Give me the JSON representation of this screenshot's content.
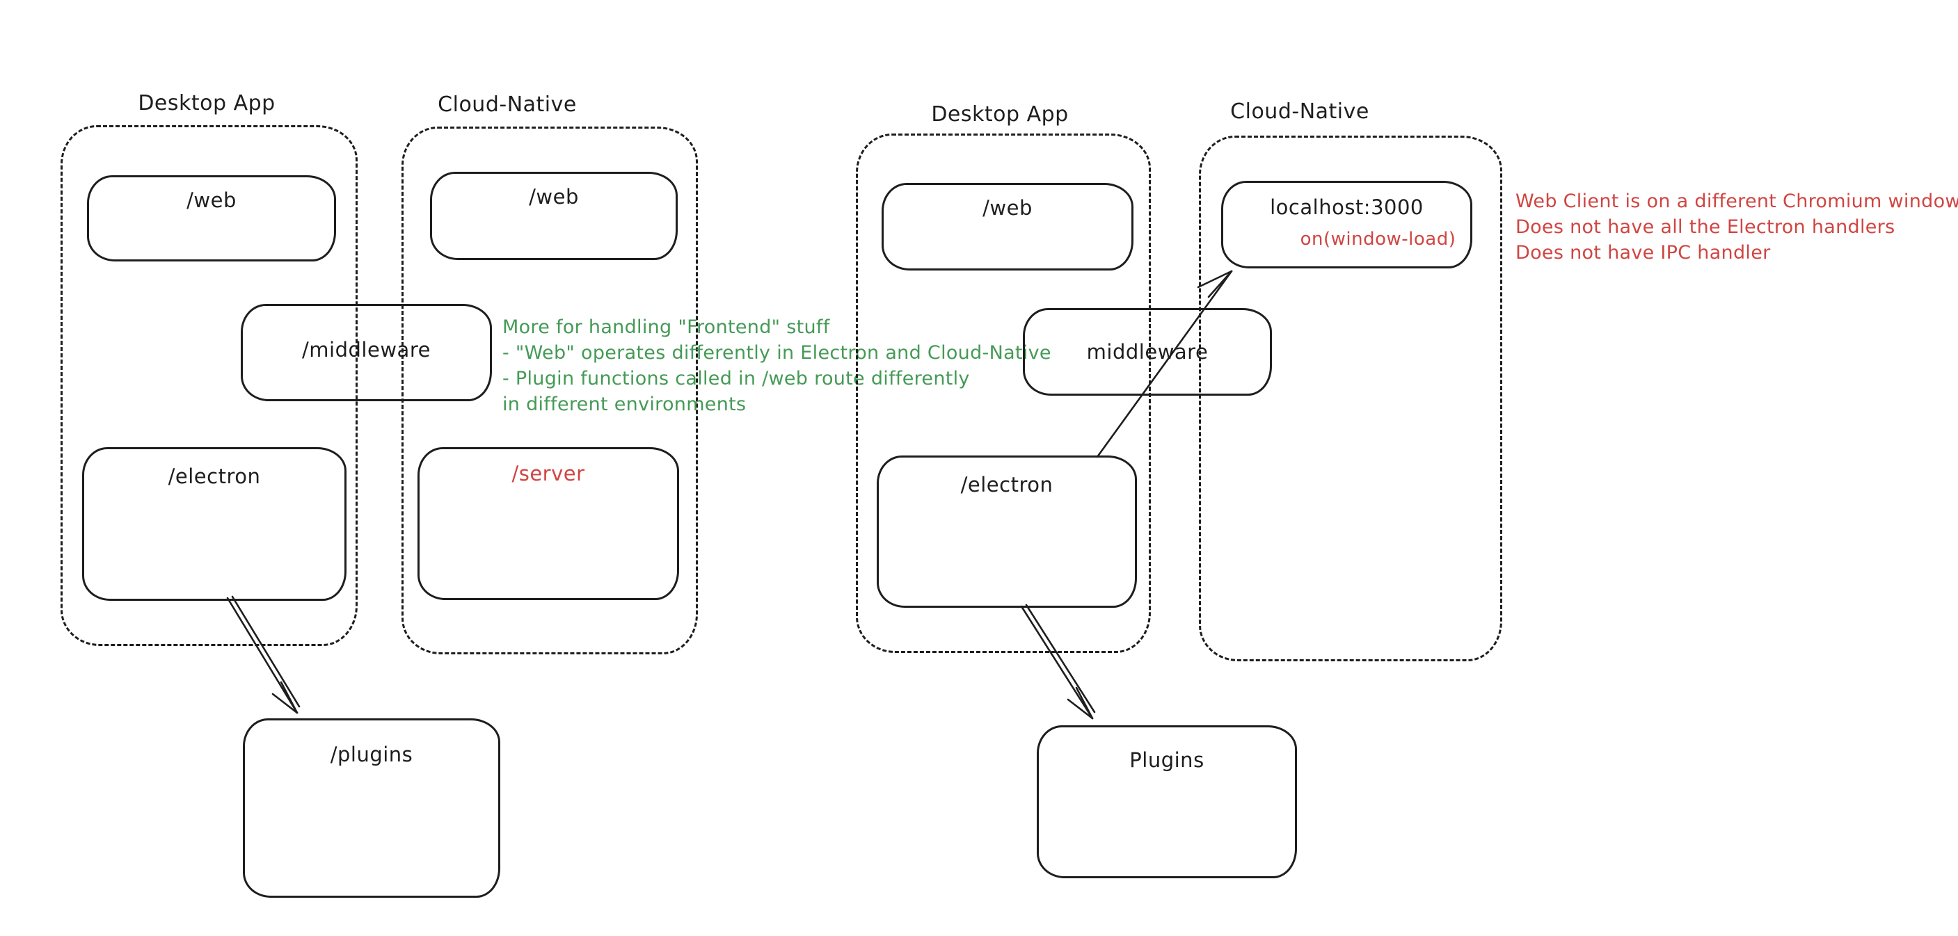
{
  "theme": {
    "ink": "#1e1e1e",
    "red": "#d04542",
    "green": "#459a56",
    "background": "#ffffff"
  },
  "left_diagram": {
    "desktop": {
      "title": "Desktop App",
      "web_label": "/web",
      "electron_label": "/electron"
    },
    "cloud": {
      "title": "Cloud-Native",
      "web_label": "/web",
      "server_label": "/server"
    },
    "middleware_label": "/middleware",
    "plugins_label": "/plugins",
    "note": {
      "lines": {
        "0": "More for handling \"Frontend\" stuff",
        "1": "- \"Web\" operates differently in Electron and Cloud-Native",
        "2": "- Plugin functions called in /web route differently",
        "3": "in different environments"
      }
    }
  },
  "right_diagram": {
    "desktop": {
      "title": "Desktop App",
      "web_label": "/web",
      "electron_label": "/electron"
    },
    "cloud": {
      "title": "Cloud-Native",
      "localhost_label": "localhost:3000",
      "window_load_label": "on(window-load)"
    },
    "middleware_label": "middleware",
    "plugins_label": "Plugins",
    "note": {
      "lines": {
        "0": "Web Client is on a different Chromium window",
        "1": "Does not have all the Electron handlers",
        "2": "Does not have IPC handler"
      }
    }
  }
}
